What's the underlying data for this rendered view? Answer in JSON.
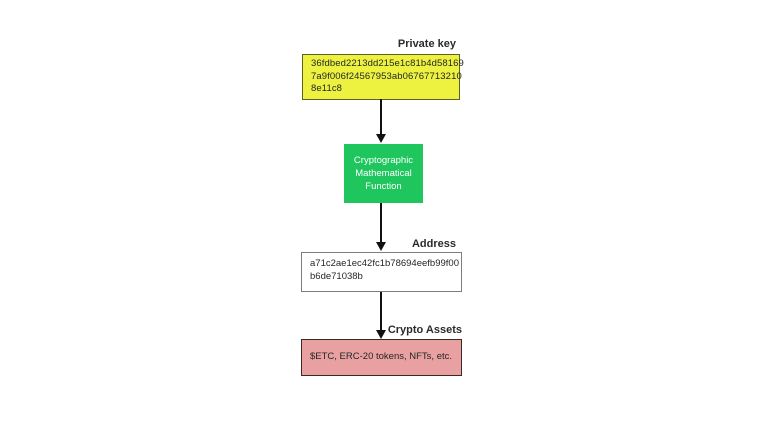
{
  "diagram": {
    "private_key": {
      "label": "Private key",
      "lines": {
        "0": "36fdbed2213dd215e1c81b4d58169",
        "1": "7a9f006f24567953ab06767713210",
        "2": "8e11c8"
      }
    },
    "function_box": {
      "lines": {
        "0": "Cryptographic",
        "1": "Mathematical",
        "2": "Function"
      }
    },
    "address": {
      "label": "Address",
      "lines": {
        "0": "a71c2ae1ec42fc1b78694eefb99f00",
        "1": "b6de71038b"
      }
    },
    "crypto_assets": {
      "label": "Crypto Assets",
      "text": "$ETC, ERC-20 tokens, NFTs, etc."
    },
    "colors": {
      "private_key_fill": "#edf240",
      "function_fill": "#1fc65e",
      "address_fill": "#ffffff",
      "crypto_assets_fill": "#e9a0a0"
    }
  }
}
